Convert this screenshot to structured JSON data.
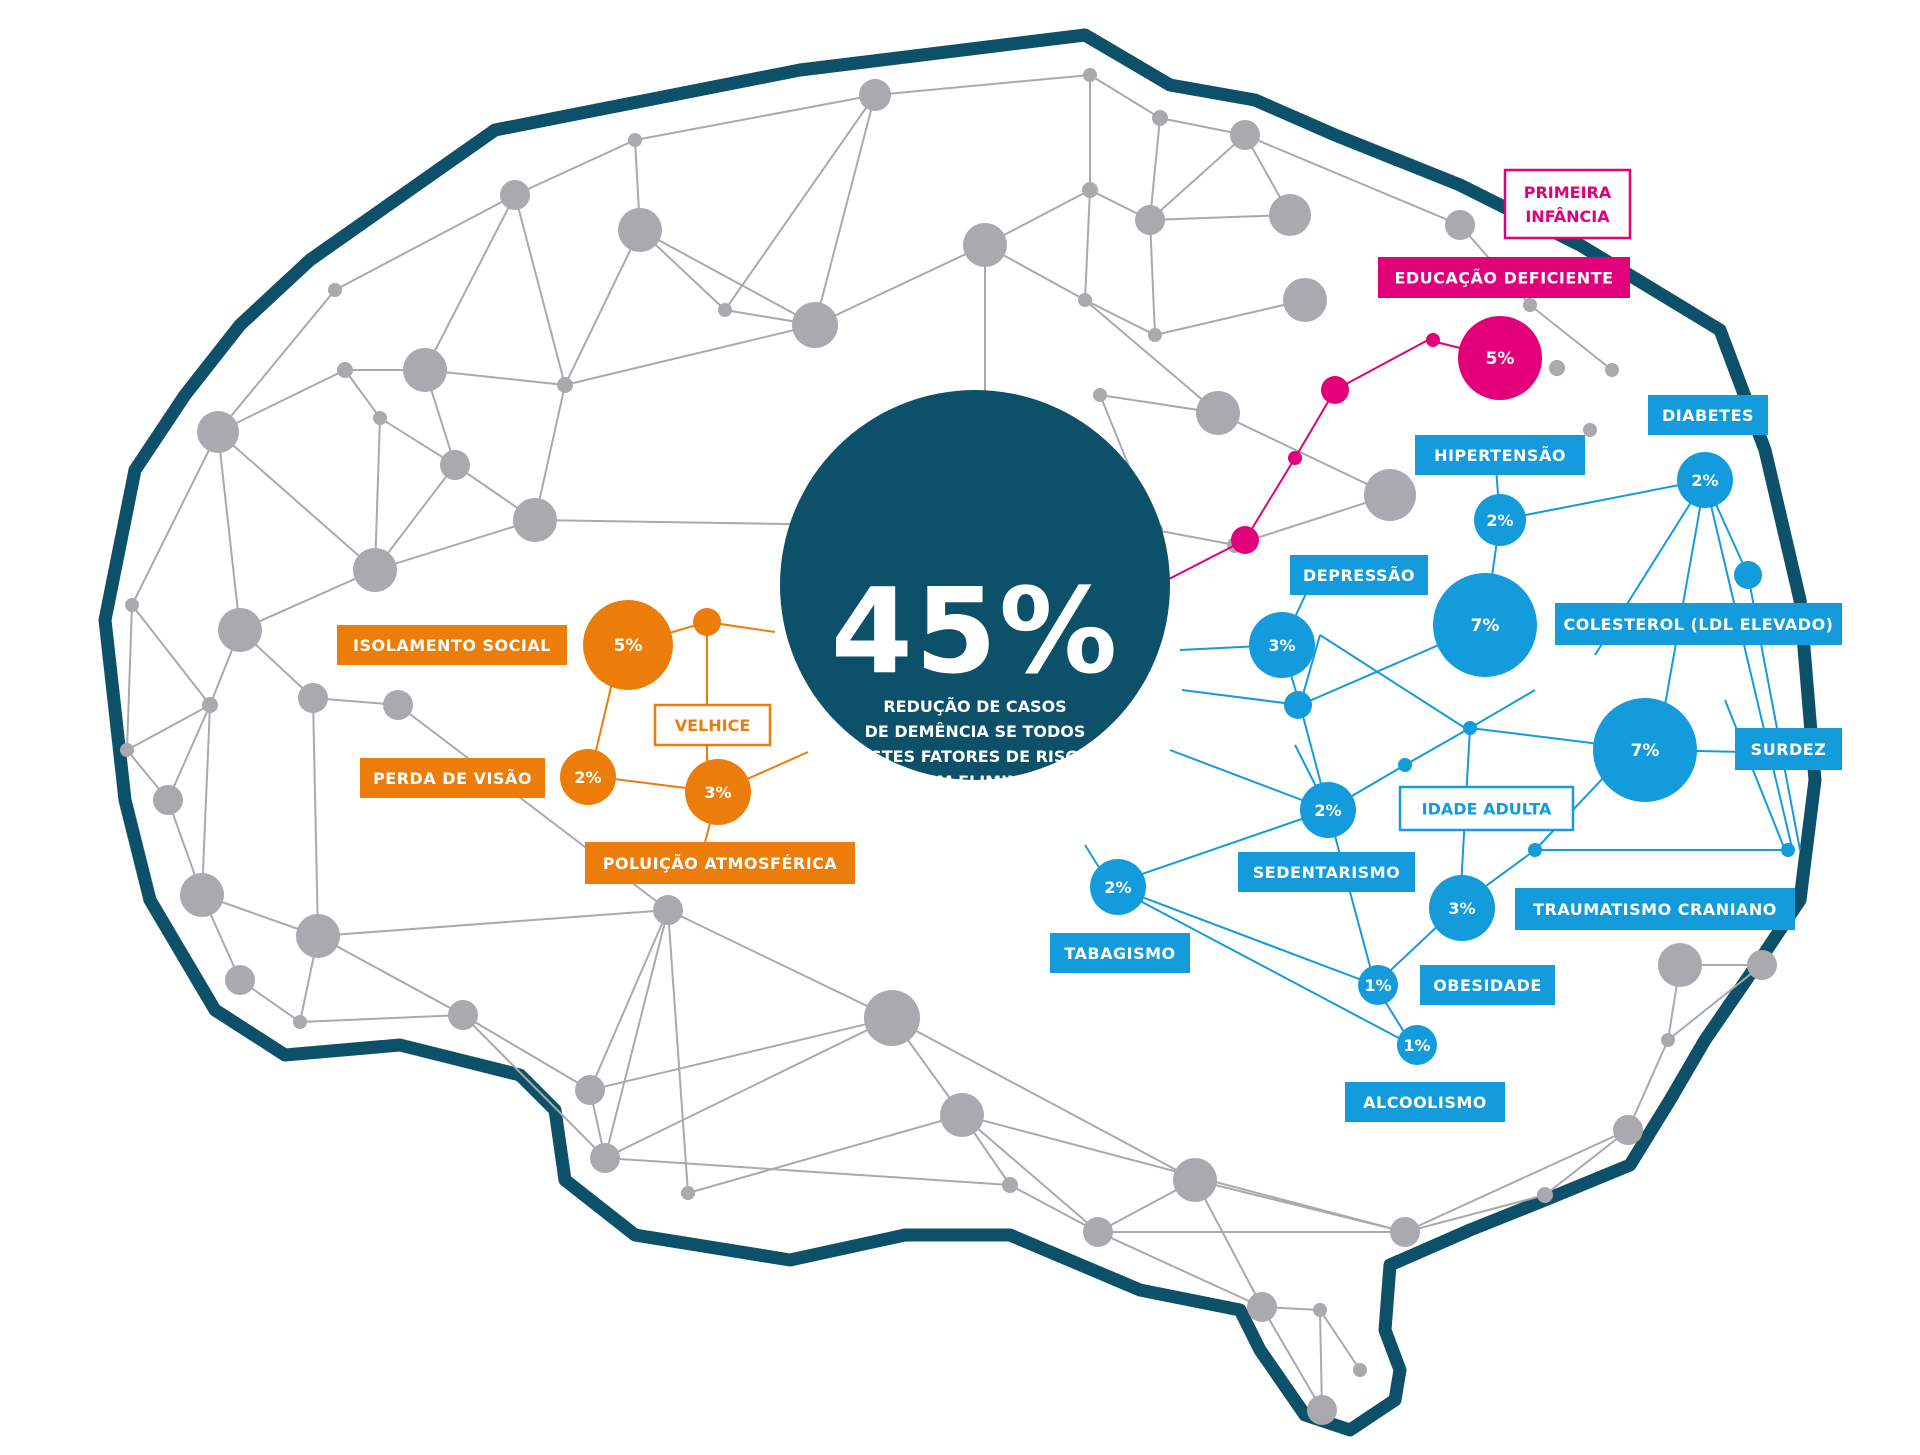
{
  "headline": {
    "value": "45%",
    "caption": [
      "REDUÇÃO DE CASOS",
      "DE DEMÊNCIA SE TODOS",
      "ESTES FATORES DE RISCO",
      "FOSSEM ELIMINADOS"
    ]
  },
  "colors": {
    "outline": "#0d5069",
    "center": "#0d5069",
    "network": "#a9a9ae",
    "early_life": "#e2007a",
    "midlife": "#149bdc",
    "late_life": "#ed7d0a",
    "white": "#ffffff"
  },
  "stages": {
    "early_life": "PRIMEIRA\nINFÂNCIA",
    "midlife": "IDADE ADULTA",
    "late_life": "VELHICE"
  },
  "factors": {
    "educacao": {
      "label": "EDUCAÇÃO DEFICIENTE",
      "value": "5%"
    },
    "diabetes": {
      "label": "DIABETES",
      "value": "2%"
    },
    "hipertensao": {
      "label": "HIPERTENSÃO",
      "value": "2%"
    },
    "depressao": {
      "label": "DEPRESSÃO",
      "value": "3%"
    },
    "colesterol": {
      "label": "COLESTEROL (LDL ELEVADO)",
      "value": "7%"
    },
    "surdez": {
      "label": "SURDEZ",
      "value": "7%"
    },
    "sedentarismo": {
      "label": "SEDENTARISMO",
      "value": "2%"
    },
    "tabagismo": {
      "label": "TABAGISMO",
      "value": "2%"
    },
    "traumatismo": {
      "label": "TRAUMATISMO CRANIANO",
      "value": "3%"
    },
    "obesidade": {
      "label": "OBESIDADE",
      "value": "1%"
    },
    "alcoolismo": {
      "label": "ALCOOLISMO",
      "value": "1%"
    },
    "isolamento": {
      "label": "ISOLAMENTO SOCIAL",
      "value": "5%"
    },
    "perda_visao": {
      "label": "PERDA DE VISÃO",
      "value": "2%"
    },
    "poluicao": {
      "label": "POLUIÇÃO ATMOSFÉRICA",
      "value": "3%"
    }
  }
}
